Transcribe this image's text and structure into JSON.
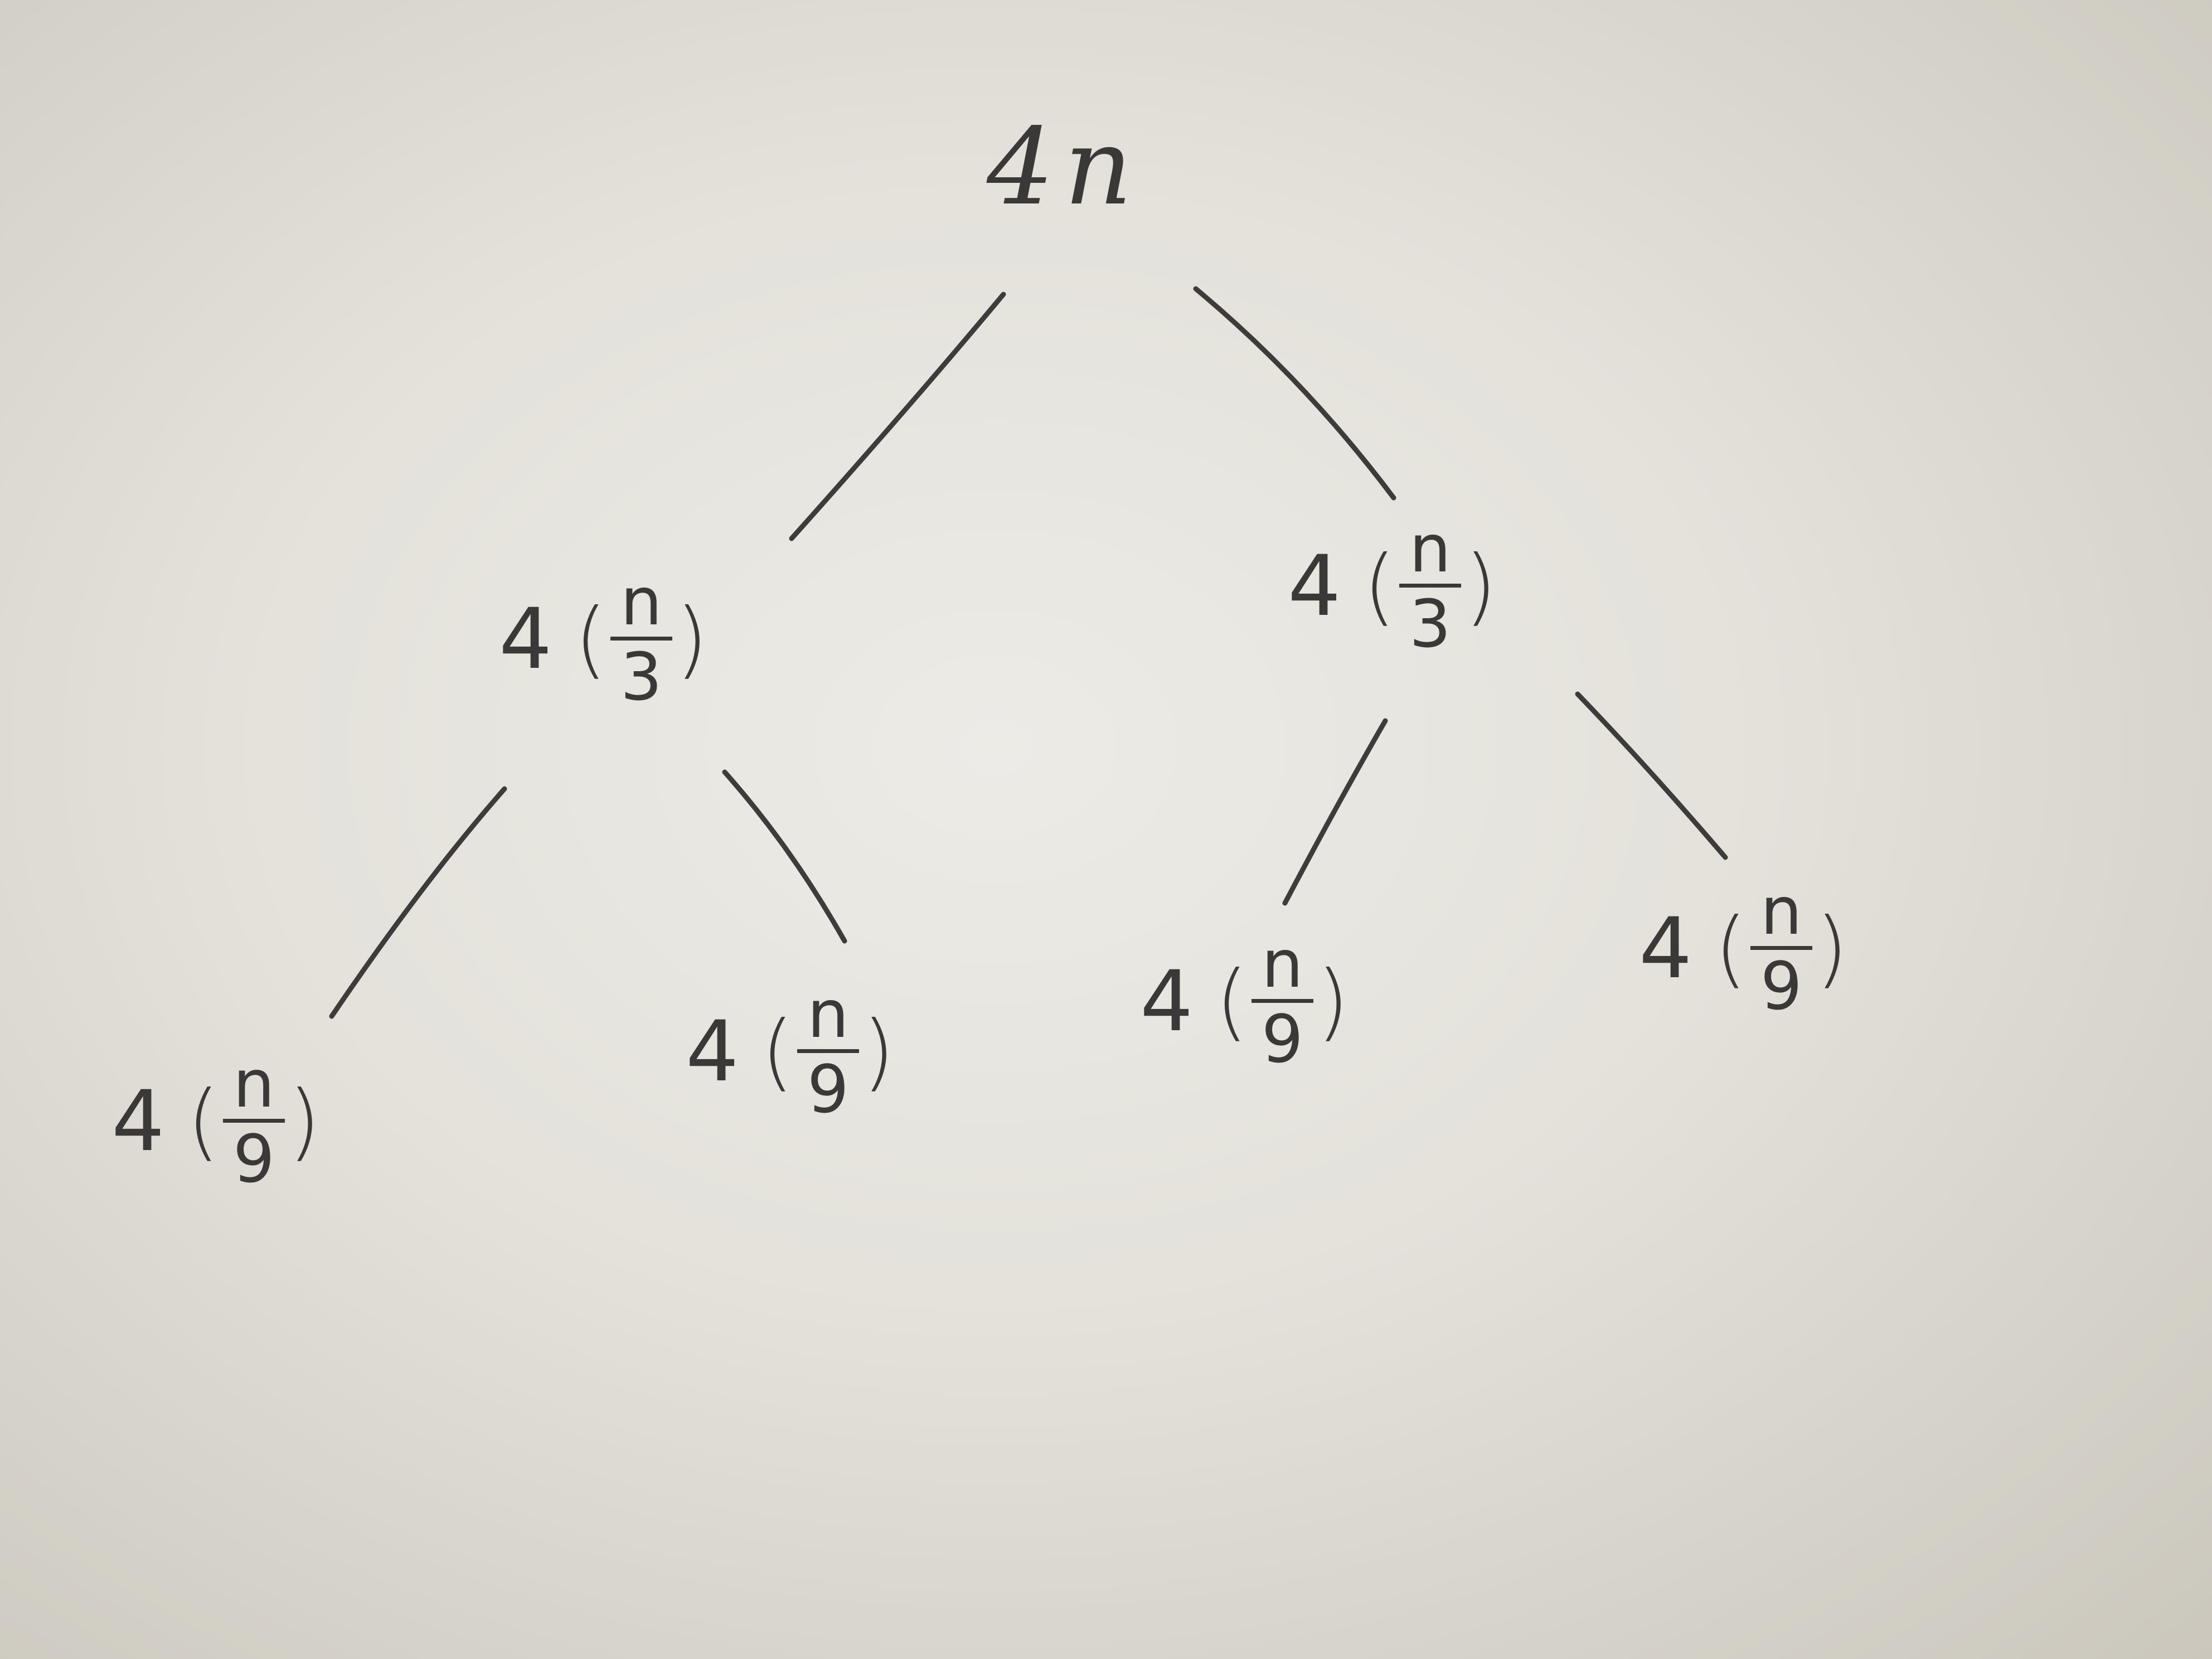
{
  "tree": {
    "root": {
      "label": "4n"
    },
    "level1": [
      {
        "coef": "4",
        "open": "(",
        "num": "n",
        "den": "3",
        "close": ")"
      },
      {
        "coef": "4",
        "open": "(",
        "num": "n",
        "den": "3",
        "close": ")"
      }
    ],
    "level2": [
      {
        "coef": "4",
        "open": "(",
        "num": "n",
        "den": "9",
        "close": ")"
      },
      {
        "coef": "4",
        "open": "(",
        "num": "n",
        "den": "9",
        "close": ")"
      },
      {
        "coef": "4",
        "open": "(",
        "num": "n",
        "den": "9",
        "close": ")"
      },
      {
        "coef": "4",
        "open": "(",
        "num": "n",
        "den": "9",
        "close": ")"
      }
    ]
  },
  "colors": {
    "ink": "#3a3937",
    "paper": "#e6e4de"
  }
}
